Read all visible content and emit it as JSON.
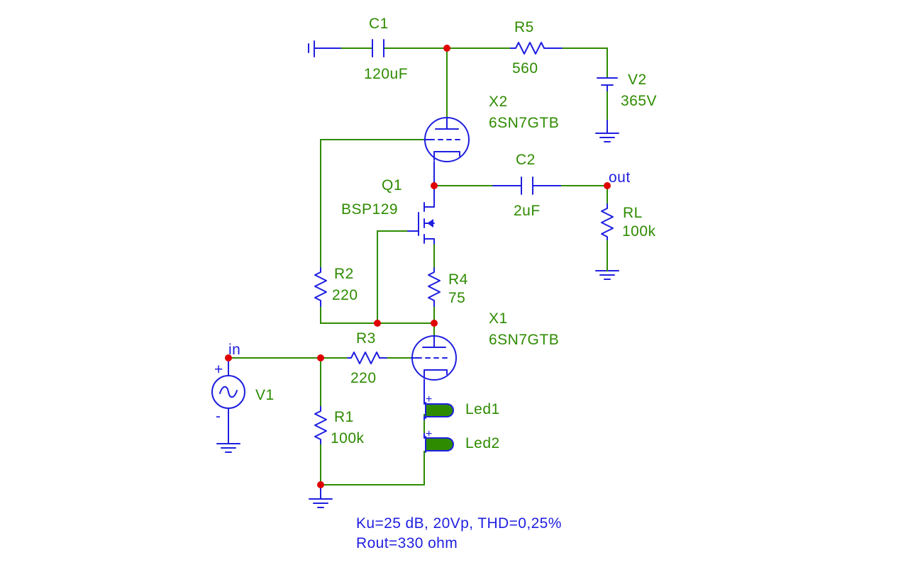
{
  "components": {
    "c1": {
      "name": "C1",
      "value": "120uF"
    },
    "r5": {
      "name": "R5",
      "value": "560"
    },
    "v2": {
      "name": "V2",
      "value": "365V"
    },
    "x2": {
      "name": "X2",
      "value": "6SN7GTB"
    },
    "c2": {
      "name": "C2",
      "value": "2uF"
    },
    "q1": {
      "name": "Q1",
      "value": "BSP129"
    },
    "rl": {
      "name": "RL",
      "value": "100k"
    },
    "r2": {
      "name": "R2",
      "value": "220"
    },
    "r4": {
      "name": "R4",
      "value": "75"
    },
    "x1": {
      "name": "X1",
      "value": "6SN7GTB"
    },
    "r3": {
      "name": "R3",
      "value": "220"
    },
    "v1": {
      "name": "V1"
    },
    "r1": {
      "name": "R1",
      "value": "100k"
    },
    "led1": {
      "name": "Led1"
    },
    "led2": {
      "name": "Led2"
    }
  },
  "nets": {
    "input": "in",
    "output": "out"
  },
  "pin_marks": {
    "plus": "+",
    "minus": "-"
  },
  "notes": {
    "line1": "Ku=25 dB, 20Vp, THD=0,25%",
    "line2": "Rout=330 ohm"
  },
  "colors": {
    "wire": "#2e8b00",
    "component": "#1f1fe0",
    "junction": "#e00000",
    "label": "#2e8b00",
    "note": "#1f1fe0"
  }
}
